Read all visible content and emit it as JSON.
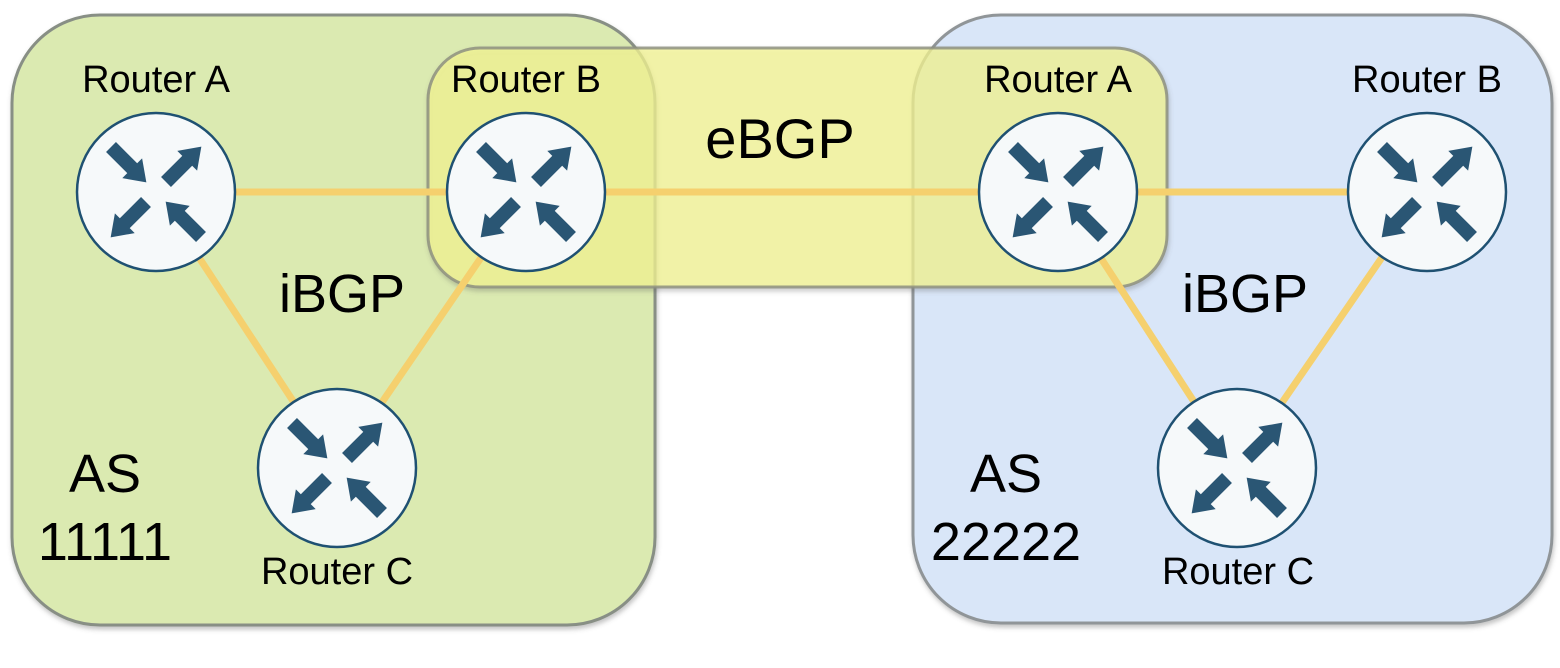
{
  "diagram": {
    "as1": {
      "name_line1": "AS",
      "name_line2": "11111",
      "ibgp_label": "iBGP",
      "router_a": "Router A",
      "router_b": "Router B",
      "router_c": "Router C"
    },
    "as2": {
      "name_line1": "AS",
      "name_line2": "22222",
      "ibgp_label": "iBGP",
      "router_a": "Router A",
      "router_b": "Router B",
      "router_c": "Router C"
    },
    "ebgp_label": "eBGP"
  },
  "colors": {
    "as1_fill": "#dbeab1",
    "as1_border": "#888f85",
    "as2_fill": "#d9e6f8",
    "as2_border": "#909598",
    "ebgp_fill": "#f6f894",
    "ebgp_border": "#8e9180",
    "link": "#f5d06e",
    "router_fill": "#f6f9fa",
    "router_border": "#1f5172",
    "arrow": "#2a5674",
    "text": "#000000"
  }
}
